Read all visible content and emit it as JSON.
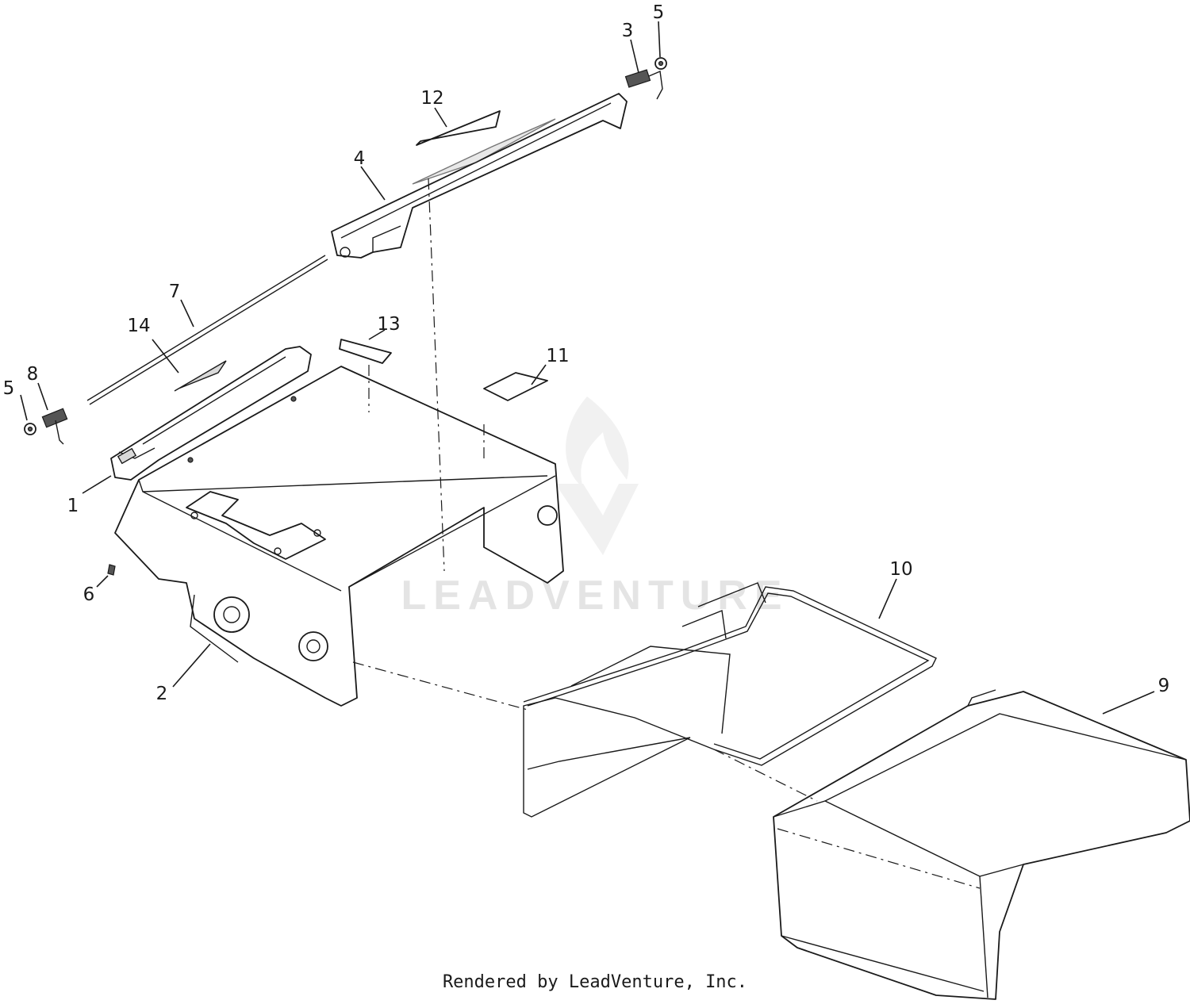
{
  "watermark": {
    "text": "LEADVENTURE",
    "icon": "leadventure-flame-v-logo"
  },
  "callouts": [
    {
      "id": "c1",
      "label": "1"
    },
    {
      "id": "c2",
      "label": "2"
    },
    {
      "id": "c3",
      "label": "3"
    },
    {
      "id": "c4",
      "label": "4"
    },
    {
      "id": "c5a",
      "label": "5"
    },
    {
      "id": "c5b",
      "label": "5"
    },
    {
      "id": "c6",
      "label": "6"
    },
    {
      "id": "c7",
      "label": "7"
    },
    {
      "id": "c8",
      "label": "8"
    },
    {
      "id": "c9",
      "label": "9"
    },
    {
      "id": "c10",
      "label": "10"
    },
    {
      "id": "c11",
      "label": "11"
    },
    {
      "id": "c12",
      "label": "12"
    },
    {
      "id": "c13",
      "label": "13"
    },
    {
      "id": "c14",
      "label": "14"
    }
  ],
  "footer": {
    "text": "Rendered by LeadVenture, Inc."
  }
}
